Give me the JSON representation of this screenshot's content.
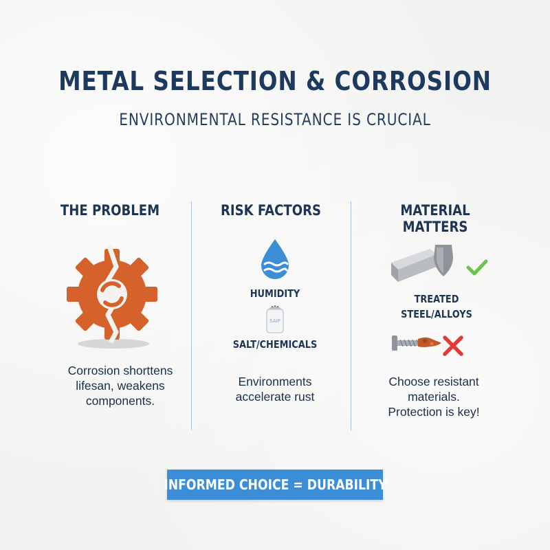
{
  "header": {
    "title": "METAL SELECTION & CORROSION",
    "subtitle": "ENVIRONMENTAL RESISTANCE IS CRUCIAL"
  },
  "columns": {
    "problem": {
      "heading": "THE PROBLEM",
      "icon": "broken-gear-icon",
      "description_lines": [
        "Corrosion shorttens",
        "lifesan, weakens",
        "components."
      ]
    },
    "risk": {
      "heading": "RISK FACTORS",
      "factors": [
        {
          "label": "HUMIDITY",
          "icon": "water-drop-icon"
        },
        {
          "label": "SALT/CHEMICALS",
          "icon": "salt-shaker-icon",
          "icon_text": "SAIP"
        }
      ],
      "description_lines": [
        "Environments",
        "accelerate rust"
      ]
    },
    "material": {
      "heading": "MATERIAL MATTERS",
      "good": {
        "label_lines": [
          "TREATED",
          "STEEL/ALLOYS"
        ],
        "icon": "treated-steel-shield-icon",
        "mark": "check-icon"
      },
      "bad": {
        "icon": "rusty-screw-icon",
        "mark": "cross-icon"
      },
      "description_lines": [
        "Choose resistant",
        "materials.",
        "Protection is key!"
      ]
    }
  },
  "banner": {
    "text": "INFORMED CHOICE = DURABILITY"
  },
  "colors": {
    "navy": "#1d3a5e",
    "accent_blue": "#3b8dd6",
    "rust_orange": "#d4622a",
    "check_green": "#6cc24a",
    "cross_red": "#e23a3a"
  }
}
